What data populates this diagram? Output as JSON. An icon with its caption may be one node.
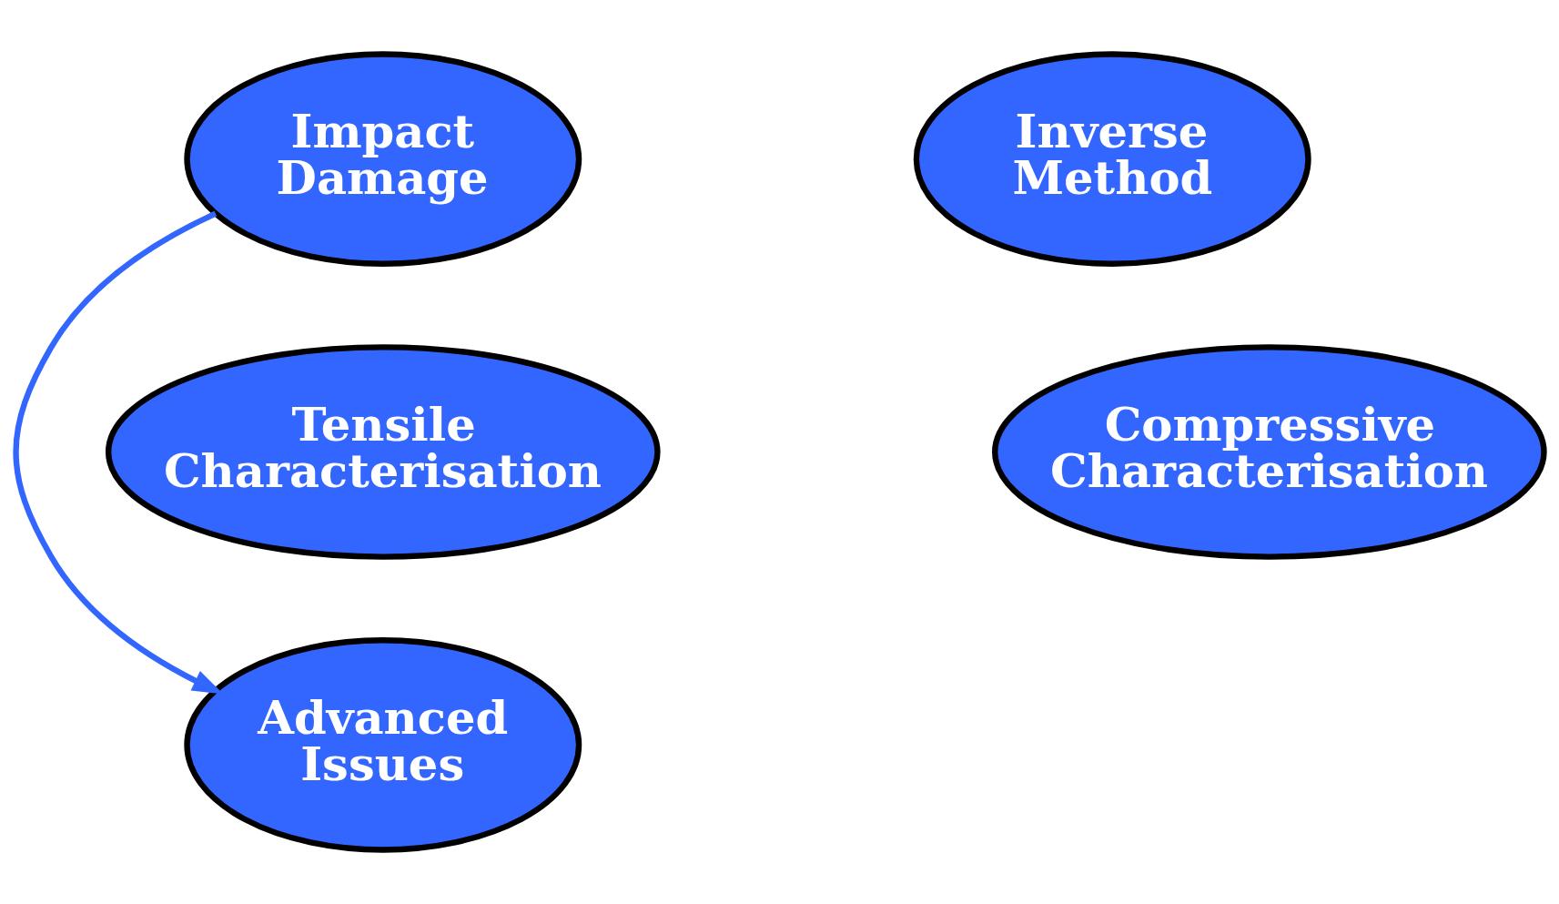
{
  "diagram": {
    "nodes": [
      {
        "text": [
          "Impact Damage"
        ]
      },
      {
        "text": [
          "Inverse Method"
        ]
      },
      {
        "text": [
          "Tensile Characterisation"
        ]
      },
      {
        "text": [
          "Compressive Characterisation"
        ]
      },
      {
        "text": [
          "Advanced Issues"
        ]
      }
    ],
    "edges": [
      {
        "from": 0,
        "to": 4,
        "arrow": "to",
        "color": "#3366ff"
      }
    ]
  }
}
